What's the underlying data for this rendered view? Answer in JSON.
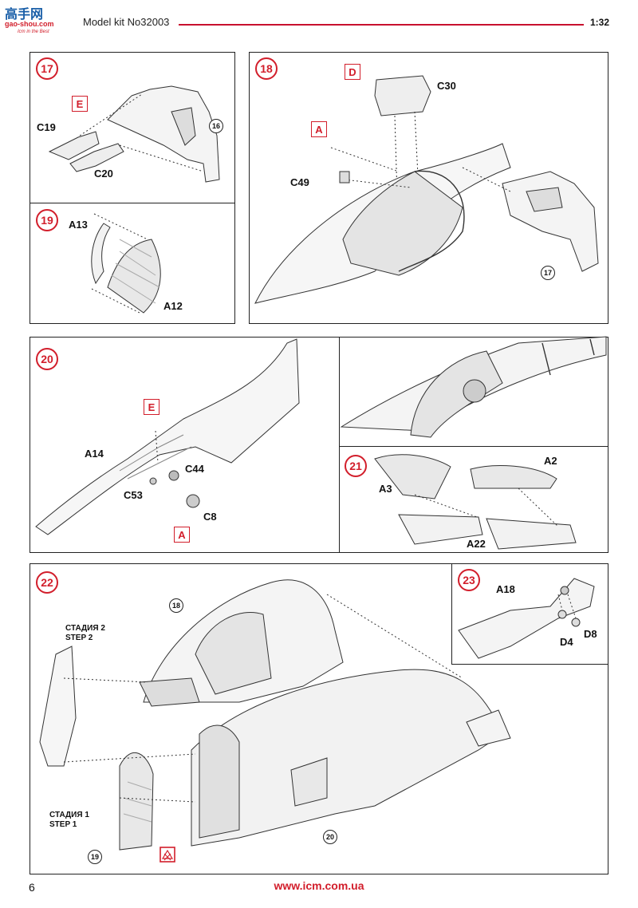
{
  "header": {
    "logo_text": "高手网",
    "logo_subtext": "gao-shou.com",
    "logo_tagline": "Icm in the Best",
    "model_kit": "Model kit No32003",
    "scale": "1:32"
  },
  "steps": {
    "s17": {
      "number": "17",
      "refs": [
        "16"
      ],
      "sprue": "E",
      "parts": [
        "C19",
        "C20"
      ]
    },
    "s18": {
      "number": "18",
      "refs": [
        "17"
      ],
      "sprues": [
        "D",
        "A"
      ],
      "parts": [
        "C30",
        "C49"
      ]
    },
    "s19": {
      "number": "19",
      "parts": [
        "A13",
        "A12"
      ]
    },
    "s20": {
      "number": "20",
      "sprues": [
        "E",
        "A"
      ],
      "parts": [
        "A14",
        "C44",
        "C53",
        "C8"
      ]
    },
    "s21": {
      "number": "21",
      "parts": [
        "A3",
        "A2",
        "A22"
      ]
    },
    "s22": {
      "number": "22",
      "refs": [
        "18",
        "19",
        "20"
      ],
      "stage2": [
        "СТАДИЯ 2",
        "STEP 2"
      ],
      "stage1": [
        "СТАДИЯ 1",
        "STEP 1"
      ]
    },
    "s23": {
      "number": "23",
      "parts": [
        "A18",
        "D4",
        "D8"
      ]
    }
  },
  "icons": [
    "glue-warning-icon"
  ],
  "accent_color": "#d21e2b",
  "footer": {
    "page_number": "6",
    "website": "www.icm.com.ua"
  }
}
